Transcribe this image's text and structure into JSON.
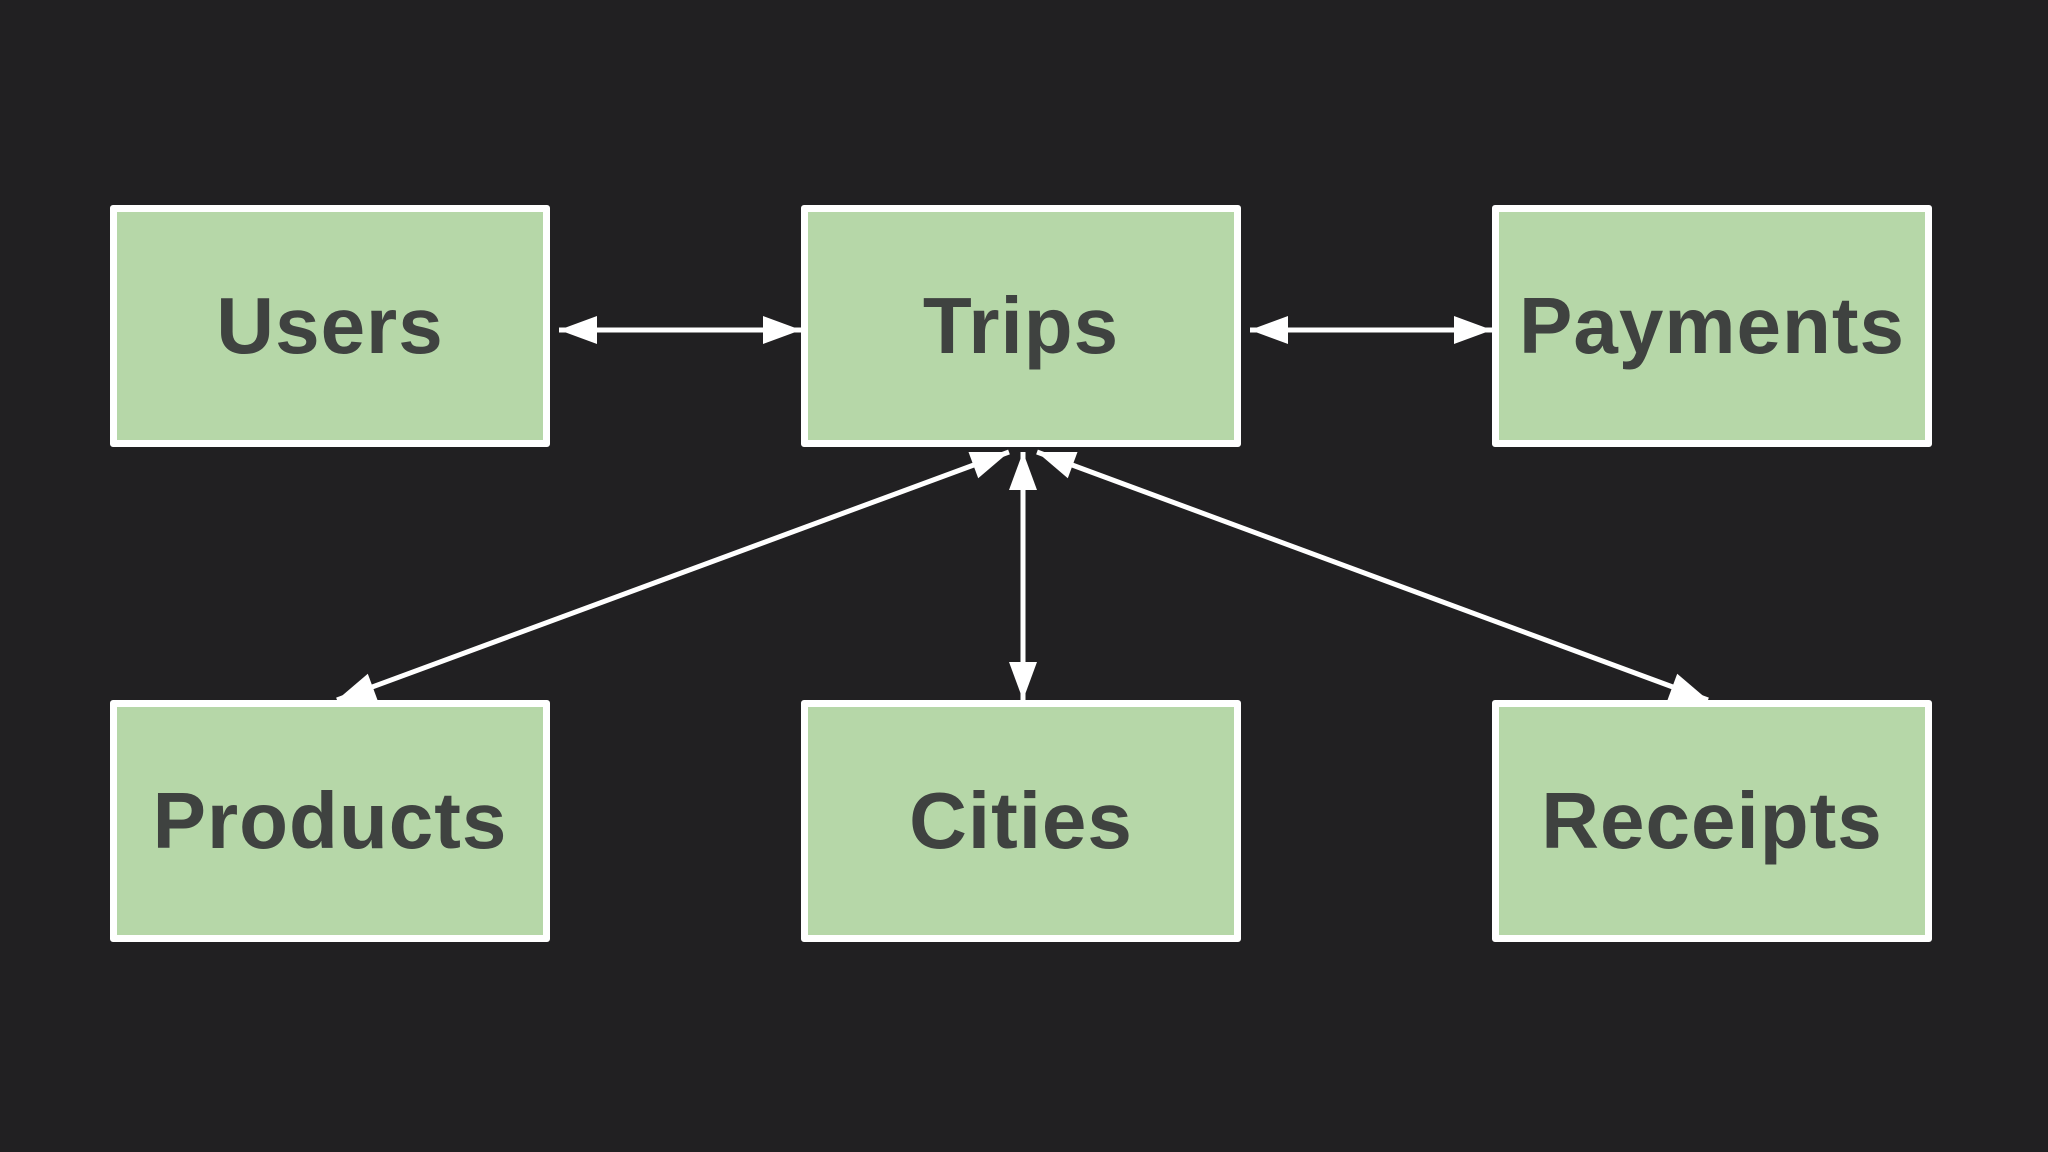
{
  "colors": {
    "background": "#212022",
    "node_fill": "#b6d7a8",
    "node_border": "#ffffff",
    "node_text": "#3f4240",
    "edge": "#ffffff"
  },
  "nodes": {
    "users": {
      "label": "Users"
    },
    "trips": {
      "label": "Trips"
    },
    "payments": {
      "label": "Payments"
    },
    "products": {
      "label": "Products"
    },
    "cities": {
      "label": "Cities"
    },
    "receipts": {
      "label": "Receipts"
    }
  },
  "edges": [
    {
      "from": "users",
      "to": "trips",
      "arrows": "both"
    },
    {
      "from": "trips",
      "to": "payments",
      "arrows": "both"
    },
    {
      "from": "trips",
      "to": "products",
      "arrows": "both"
    },
    {
      "from": "trips",
      "to": "cities",
      "arrows": "both"
    },
    {
      "from": "trips",
      "to": "receipts",
      "arrows": "both"
    }
  ]
}
